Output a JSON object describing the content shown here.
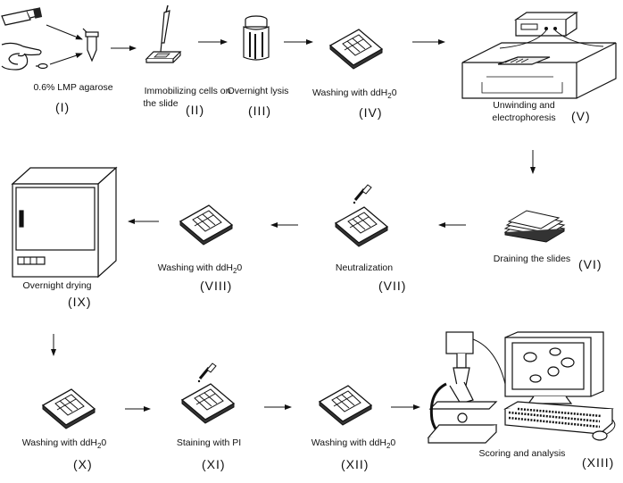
{
  "steps": [
    {
      "id": "I",
      "label": "0.6% LMP agarose",
      "numeral": "(I)"
    },
    {
      "id": "II",
      "label_line1": "Immobilizing cells on",
      "label_line2": "the slide",
      "numeral": "(II)"
    },
    {
      "id": "III",
      "label": "Overnight lysis",
      "numeral": "(III)"
    },
    {
      "id": "IV",
      "label": "Washing with ddH",
      "sub": "2",
      "tail": "0",
      "numeral": "(IV)"
    },
    {
      "id": "V",
      "label_line1": "Unwinding and",
      "label_line2": "electrophoresis",
      "numeral": "(V)"
    },
    {
      "id": "VI",
      "label": "Draining the slides",
      "numeral": "(VI)"
    },
    {
      "id": "VII",
      "label": "Neutralization",
      "numeral": "(VII)"
    },
    {
      "id": "VIII",
      "label": "Washing with ddH",
      "sub": "2",
      "tail": "0",
      "numeral": "(VIII)"
    },
    {
      "id": "IX",
      "label": "Overnight drying",
      "numeral": "(IX)"
    },
    {
      "id": "X",
      "label": "Washing with ddH",
      "sub": "2",
      "tail": "0",
      "numeral": "(X)"
    },
    {
      "id": "XI",
      "label": "Staining with PI",
      "numeral": "(XI)"
    },
    {
      "id": "XII",
      "label": "Washing with ddH",
      "sub": "2",
      "tail": "0",
      "numeral": "(XII)"
    },
    {
      "id": "XIII",
      "label": "Scoring and analysis",
      "numeral": "(XIII)"
    }
  ]
}
